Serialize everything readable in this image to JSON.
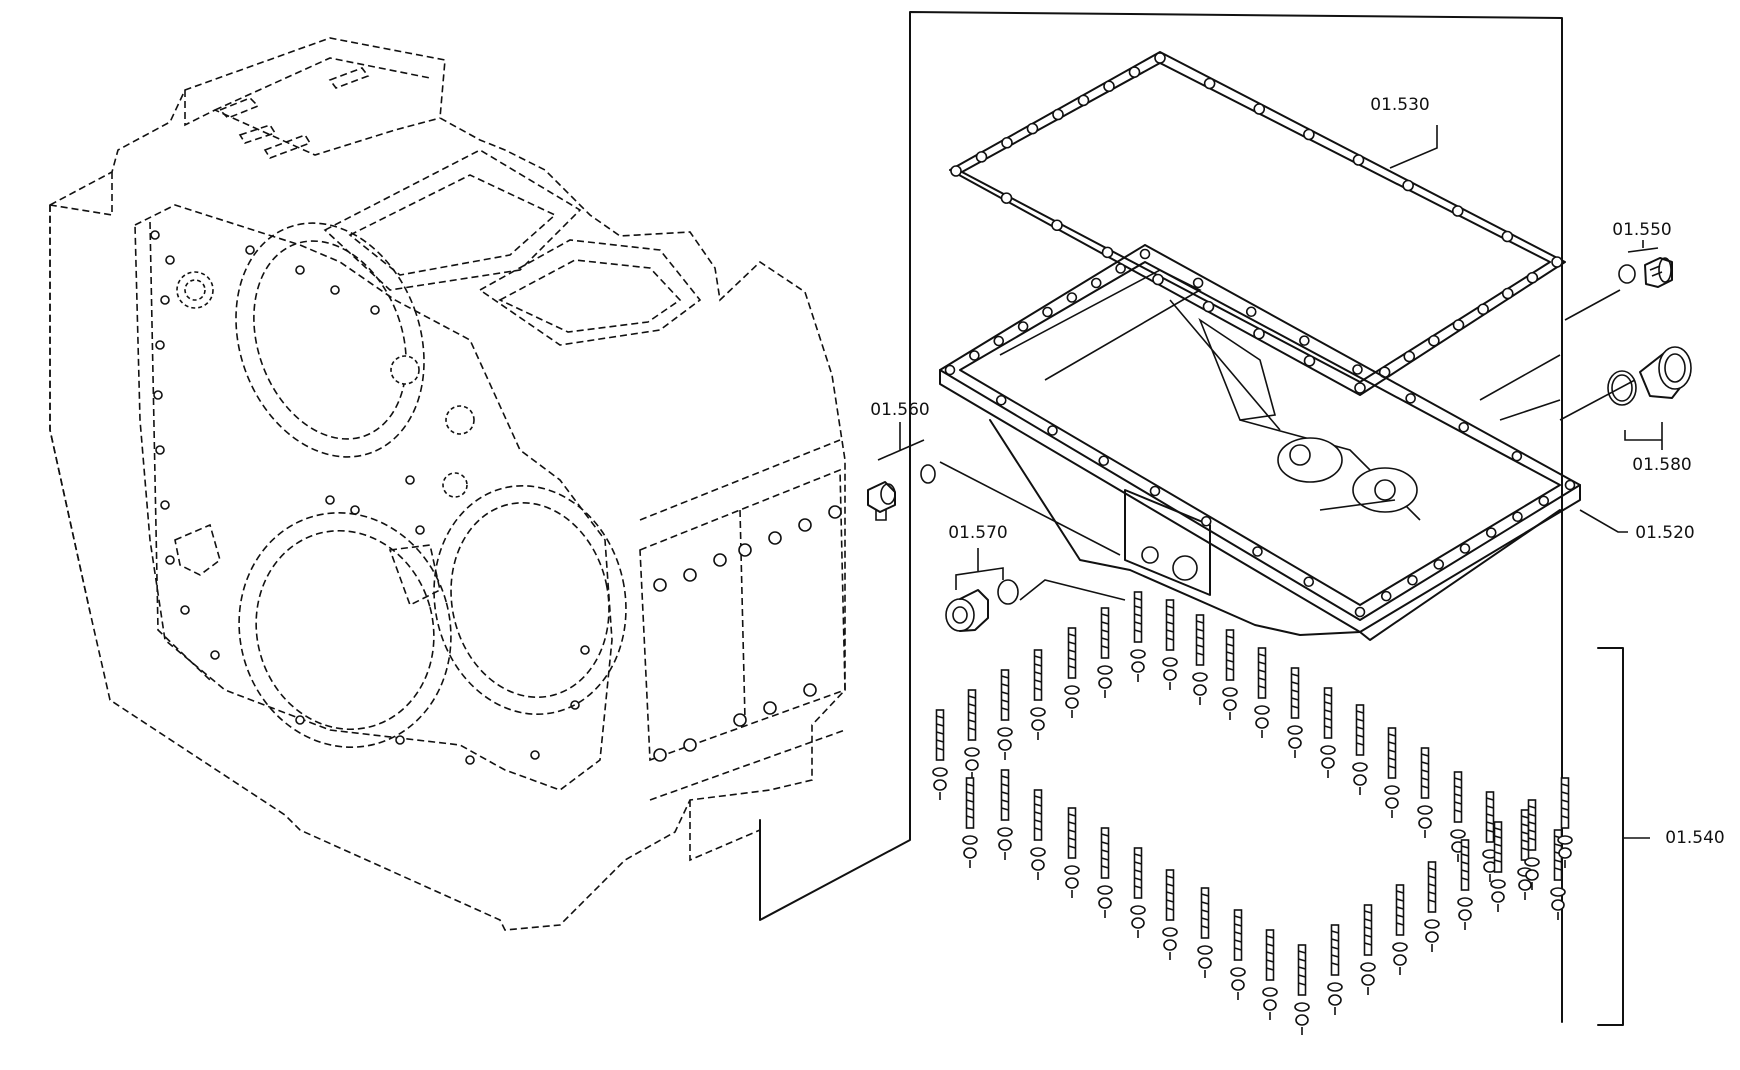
{
  "callouts": {
    "c520": "01.520",
    "c530": "01.530",
    "c540": "01.540",
    "c550": "01.550",
    "c560": "01.560",
    "c570": "01.570",
    "c580": "01.580"
  }
}
